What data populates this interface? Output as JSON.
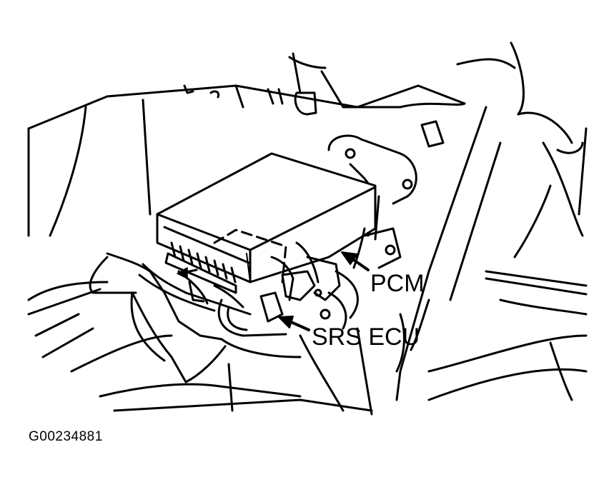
{
  "figure": {
    "callouts": {
      "pcm": "PCM",
      "srs_ecu": "SRS ECU"
    },
    "figure_id": "G00234881"
  },
  "colors": {
    "ink": "#000000",
    "paper": "#ffffff"
  }
}
